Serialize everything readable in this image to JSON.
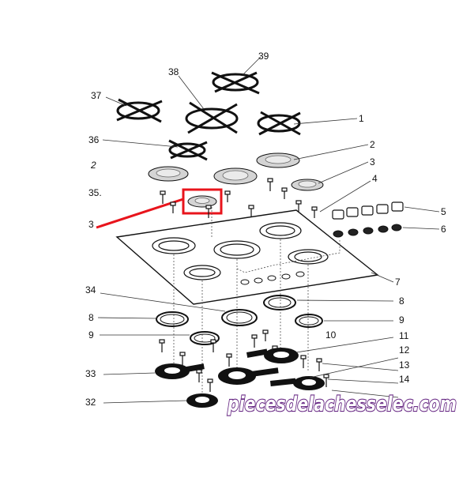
{
  "diagram": {
    "labels": {
      "l1": "1",
      "l2": "2",
      "l2b": "2",
      "l3": "3",
      "l3b": "3",
      "l4": "4",
      "l5": "5",
      "l6": "6",
      "l7": "7",
      "l8": "8",
      "l8b": "8",
      "l9": "9",
      "l9b": "9",
      "l10": "10",
      "l11": "11",
      "l12": "12",
      "l13": "13",
      "l14": "14",
      "l32": "32",
      "l33": "33",
      "l34": "34",
      "l35": "35.",
      "l36": "36",
      "l37": "37",
      "l38": "38",
      "l39": "39"
    },
    "highlight_color": "#e8141c",
    "arrow_color": "#e8141c"
  },
  "watermark": {
    "text": "piecesdelachesselec.com",
    "fill_color": "#ffffff",
    "stroke_color": "#6a2c86"
  }
}
